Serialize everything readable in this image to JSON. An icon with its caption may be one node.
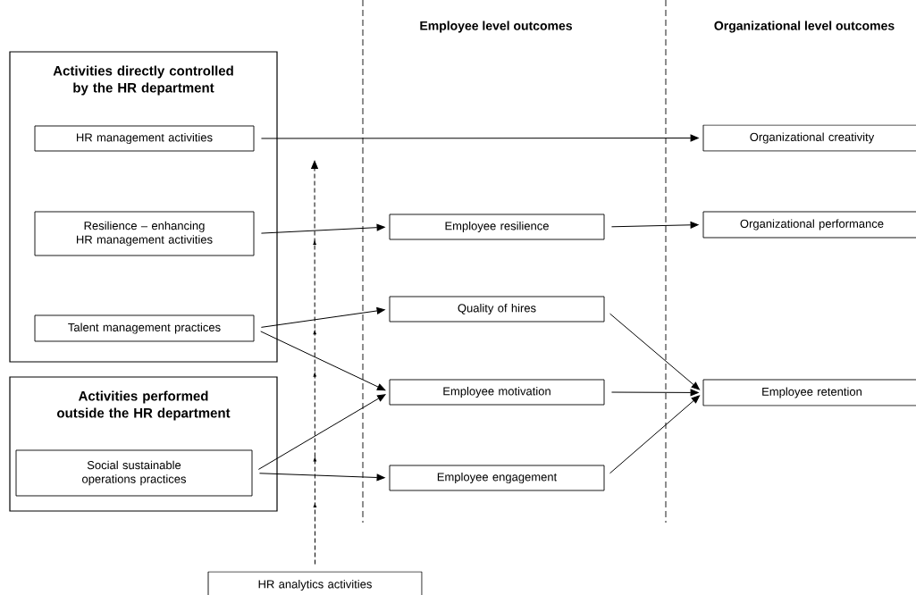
{
  "diagram": {
    "nodes": [
      {
        "text": [
          "Activities directly controlled by the HR department"
        ]
      },
      {
        "text": [
          "HR management activities"
        ],
        "in": 0
      },
      {
        "text": [
          "Resilience – enhancing HR management activities"
        ],
        "in": 0
      },
      {
        "text": [
          "Talent management practices"
        ],
        "in": 0
      },
      {
        "text": [
          "Activities performed outside the HR department"
        ]
      },
      {
        "text": [
          "Social sustainable operations practices"
        ],
        "in": 4
      },
      {
        "text": [
          "Employee resilience"
        ]
      },
      {
        "text": [
          "Quality of hires"
        ]
      },
      {
        "text": [
          "Employee motivation"
        ]
      },
      {
        "text": [
          "Employee engagement"
        ]
      },
      {
        "text": [
          "Organizational creativity"
        ]
      },
      {
        "text": [
          "Organizational performance"
        ]
      },
      {
        "text": [
          "Employee retention"
        ]
      },
      {
        "text": [
          "HR analytics activities"
        ]
      }
    ],
    "edges": [
      {
        "from": 1,
        "to": 10,
        "arrow": "to"
      },
      {
        "from": 2,
        "to": 6,
        "arrow": "to"
      },
      {
        "from": 3,
        "to": 7,
        "arrow": "to"
      },
      {
        "from": 3,
        "to": 8,
        "arrow": "to"
      },
      {
        "from": 5,
        "to": 8,
        "arrow": "to"
      },
      {
        "from": 5,
        "to": 9,
        "arrow": "to"
      },
      {
        "from": 6,
        "to": 11,
        "arrow": "to"
      },
      {
        "from": 7,
        "to": 12,
        "arrow": "to"
      },
      {
        "from": 8,
        "to": 12,
        "arrow": "to"
      },
      {
        "from": 9,
        "to": 12,
        "arrow": "to"
      },
      {
        "from": 13,
        "to": null,
        "arrow": "to",
        "style": "dashed"
      }
    ],
    "labels": [
      "Employee level outcomes",
      "Organizational level outcomes"
    ]
  }
}
